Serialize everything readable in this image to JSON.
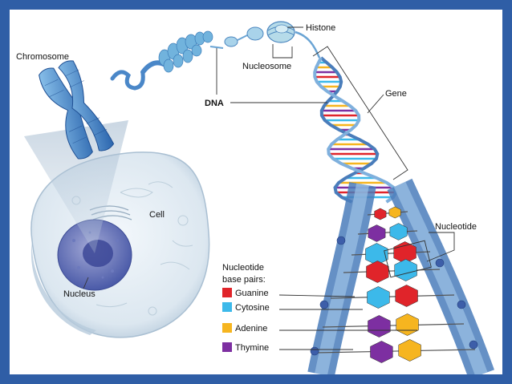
{
  "labels": {
    "chromosome": "Chromosome",
    "histone": "Histone",
    "nucleosome": "Nucleosome",
    "dna": "DNA",
    "gene": "Gene",
    "cell": "Cell",
    "nucleus": "Nucleus",
    "nucleotide": "Nucleotide"
  },
  "legend": {
    "title_line1": "Nucleotide",
    "title_line2": "base pairs:",
    "items": [
      {
        "label": "Guanine",
        "color": "#e0242a"
      },
      {
        "label": "Cytosine",
        "color": "#3cb9ea"
      },
      {
        "label": "Adenine",
        "color": "#f6b51f"
      },
      {
        "label": "Thymine",
        "color": "#7d2fa1"
      }
    ]
  },
  "colors": {
    "frame": "#2f5ea6",
    "backbone": "#5e8fc6",
    "chromosome": "#3c78c0",
    "cell": "#dfe9f1"
  }
}
